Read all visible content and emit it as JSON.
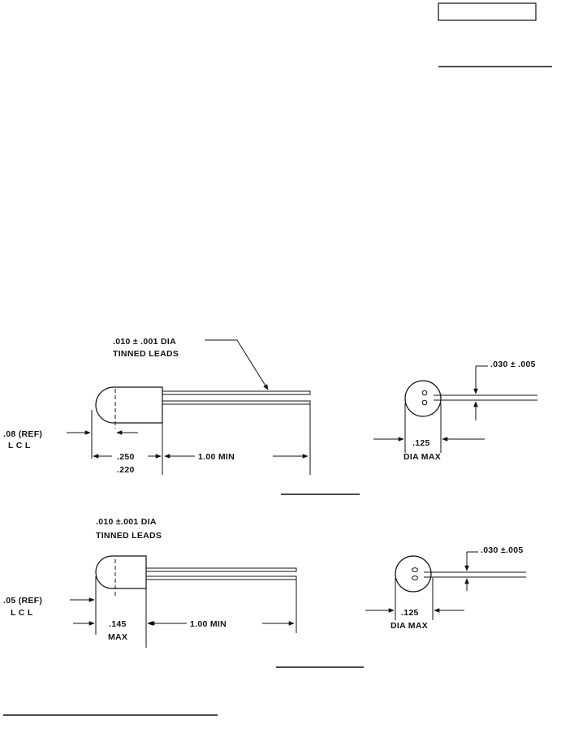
{
  "figure_a": {
    "lead_spec_line1": ".010 ± .001 DIA",
    "lead_spec_line2": "TINNED LEADS",
    "tol_dim": ".030 ± .005",
    "ref_dim": ".08 (REF)",
    "lcl": "L C L",
    "body_max": ".250",
    "body_min": ".220",
    "lead_length": "1.00 MIN",
    "dia": ".125",
    "dia_label": "DIA MAX"
  },
  "figure_b": {
    "lead_spec_line1": ".010 ±.001 DIA",
    "lead_spec_line2": "TINNED LEADS",
    "tol_dim": ".030 ±.005",
    "ref_dim": ".05 (REF)",
    "lcl": "L C L",
    "body_len": ".145",
    "body_len_label": "MAX",
    "lead_length": "1.00 MIN",
    "dia": ".125",
    "dia_label": "DIA MAX"
  }
}
